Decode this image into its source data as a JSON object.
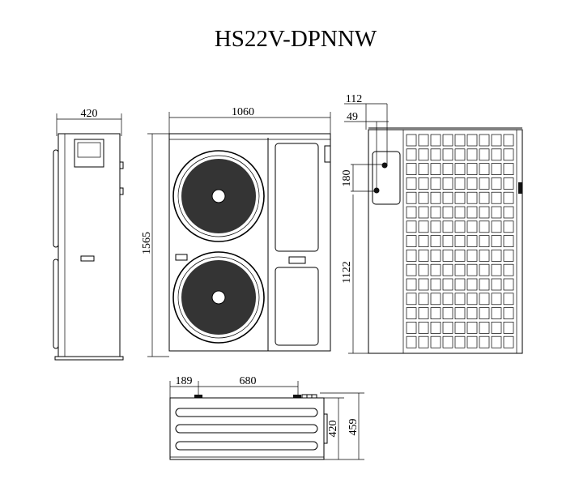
{
  "title": "HS22V-DPNNW",
  "side_view": {
    "width_label": "420"
  },
  "front_view": {
    "width_label": "1060",
    "height_label": "1565"
  },
  "rear_view": {
    "offset_112": "112",
    "offset_49": "49",
    "pipe_spacing": "180",
    "pipe_height": "1122"
  },
  "top_view": {
    "offset_189": "189",
    "foot_spacing": "680",
    "depth_420": "420",
    "depth_459": "459"
  }
}
